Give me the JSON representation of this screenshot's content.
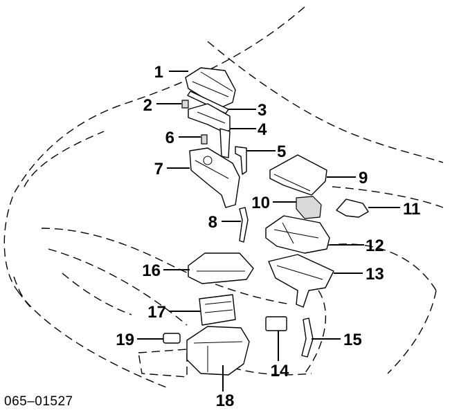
{
  "diagram": {
    "callouts": [
      "1",
      "2",
      "3",
      "4",
      "5",
      "6",
      "7",
      "8",
      "9",
      "10",
      "11",
      "12",
      "13",
      "14",
      "15",
      "16",
      "17",
      "18",
      "19"
    ],
    "code": "065–01527"
  }
}
